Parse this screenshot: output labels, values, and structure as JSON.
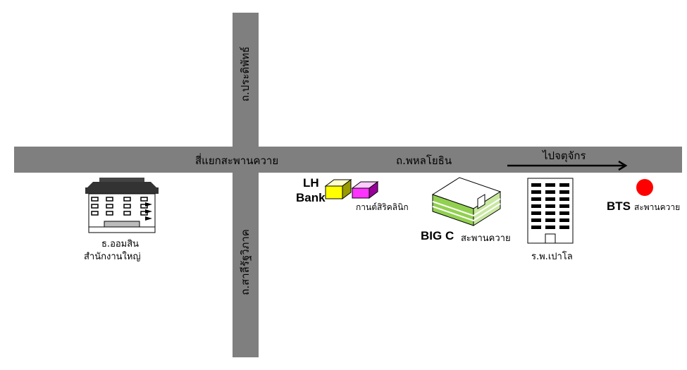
{
  "roads": {
    "phahon_yothin": "ถ.พหลโยธิน",
    "pradiphat": "ถ.ประดิพัทธ์",
    "sarasiri_rat": "ถ.สาลีรัฐวิภาค",
    "intersection": "สี่แยกสะพานควาย"
  },
  "direction": {
    "label": "ไปจตุจักร"
  },
  "landmarks": {
    "gsb_line1": "ธ.ออมสิน",
    "gsb_line2": "สำนักงานใหญ่",
    "lh_line1": "LH",
    "lh_line2": "Bank",
    "clinic": "กานต์สิริคลินิก",
    "bigc_name": "BIG C",
    "bigc_branch": "สะพานควาย",
    "hospital": "ร.พ.เปาโล",
    "bts_name": "BTS",
    "bts_station": "สะพานควาย"
  },
  "colors": {
    "road": "#7f7f7f",
    "bts_marker": "#ff0000",
    "bigc": "#92d050",
    "lh_bank": "#ffff00",
    "clinic": "#ff33ff"
  }
}
